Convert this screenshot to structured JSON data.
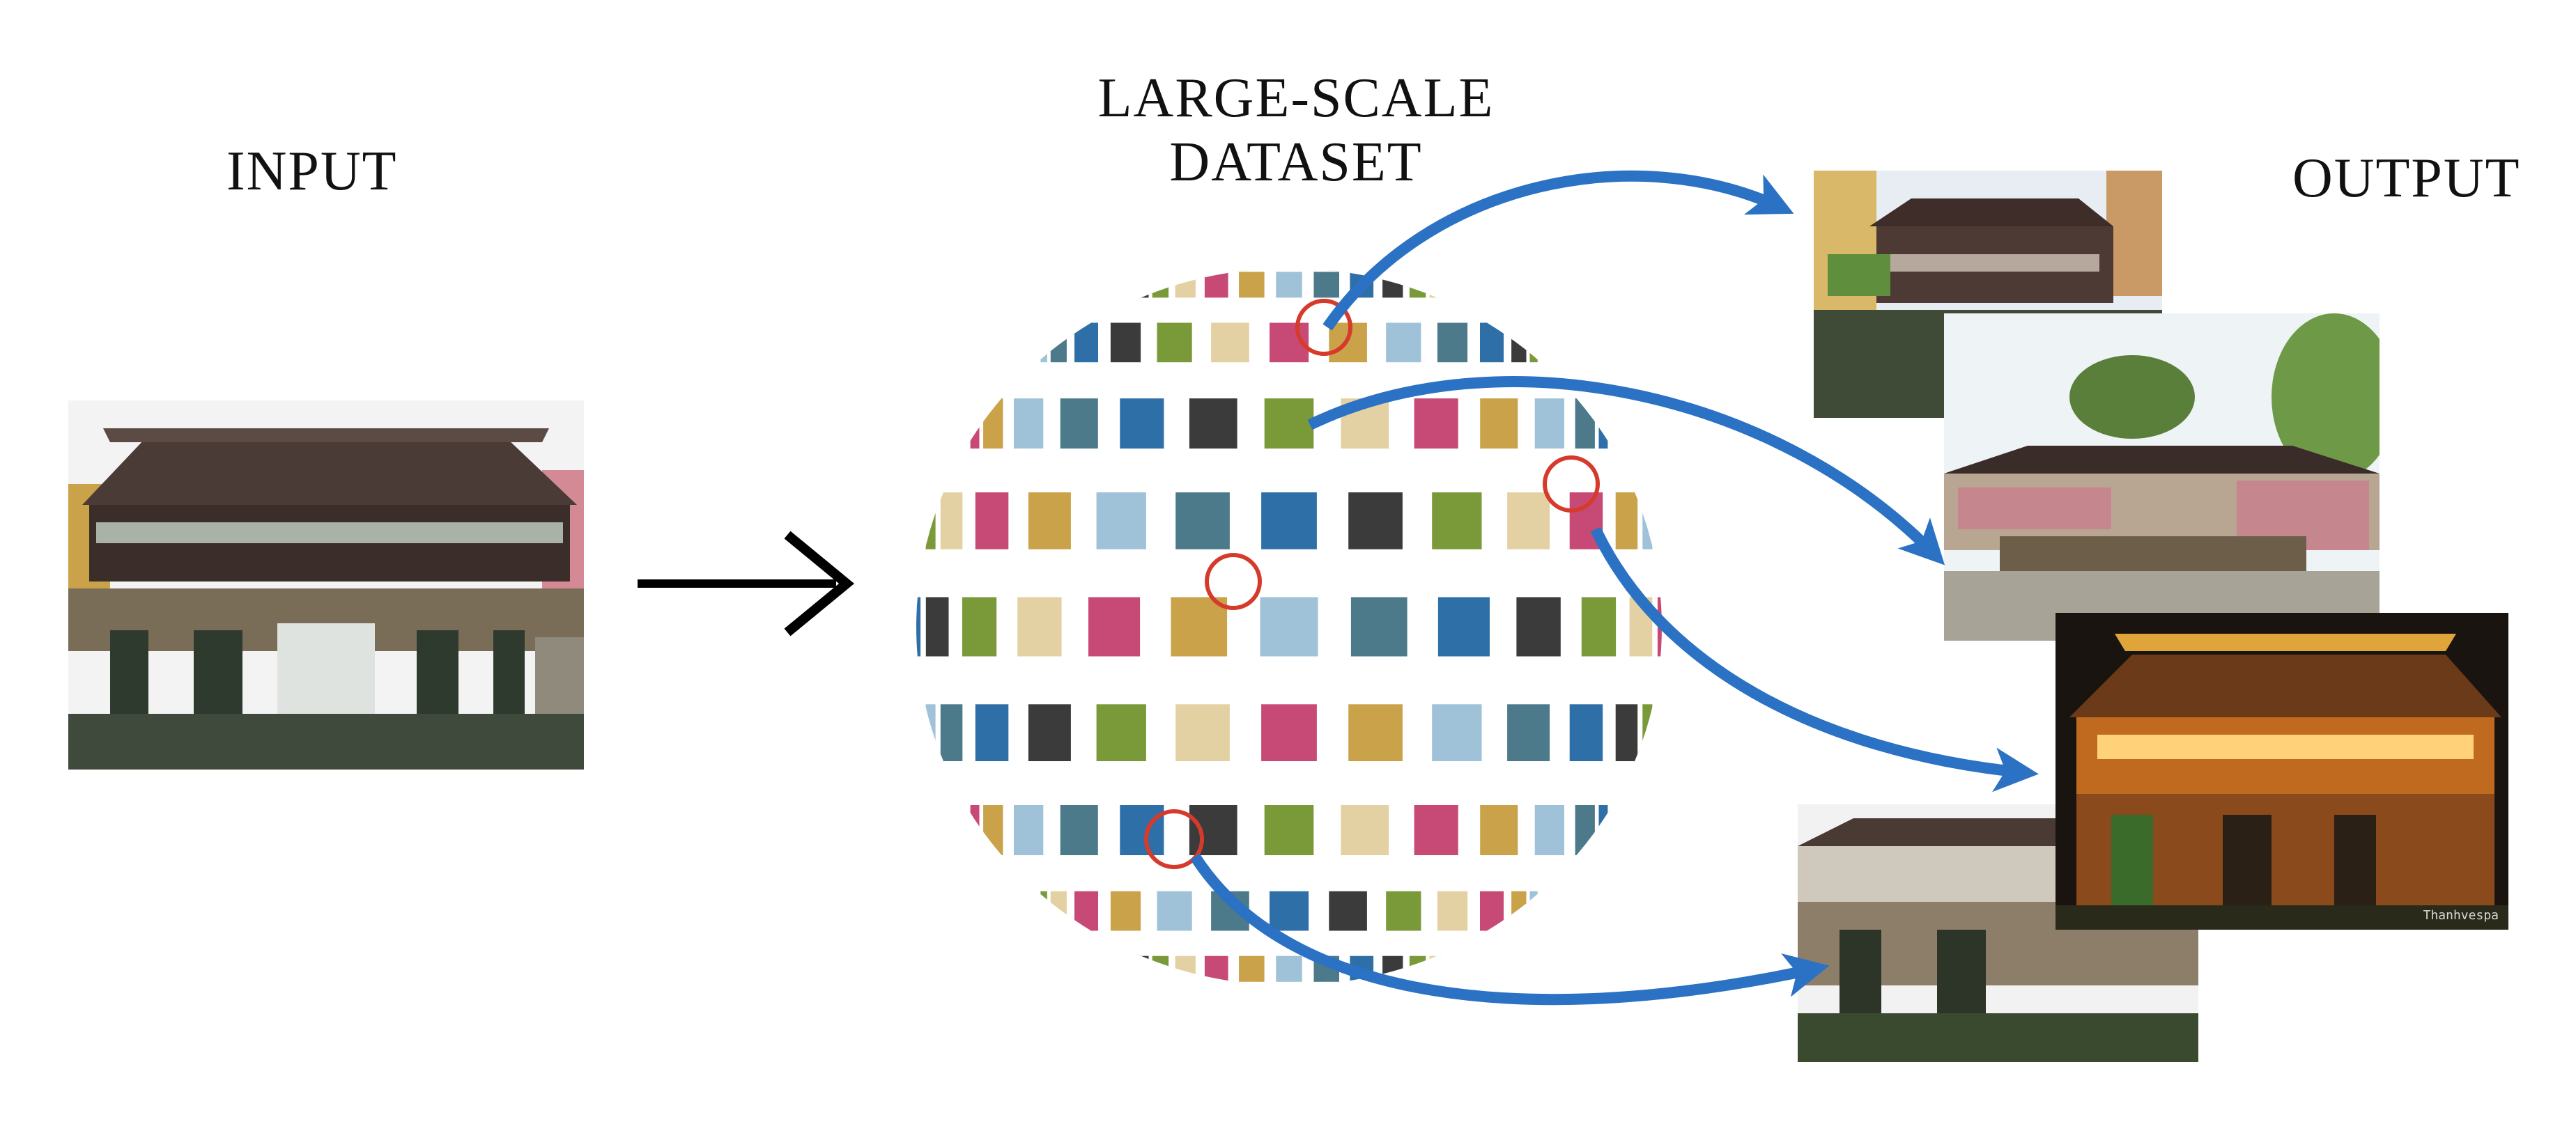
{
  "labels": {
    "input": "INPUT",
    "dataset_line1": "LARGE-SCALE",
    "dataset_line2": "DATASET",
    "output": "OUTPUT"
  },
  "output_photo_credit": "Thanhvespa",
  "colors": {
    "curved_arrow": "#2b72c4",
    "straight_arrow": "#000000",
    "highlight_circle": "#d63a2a"
  },
  "icons": {
    "straight_arrow": "arrow-right-icon",
    "curved_arrows": "curved-arrow-icon"
  }
}
